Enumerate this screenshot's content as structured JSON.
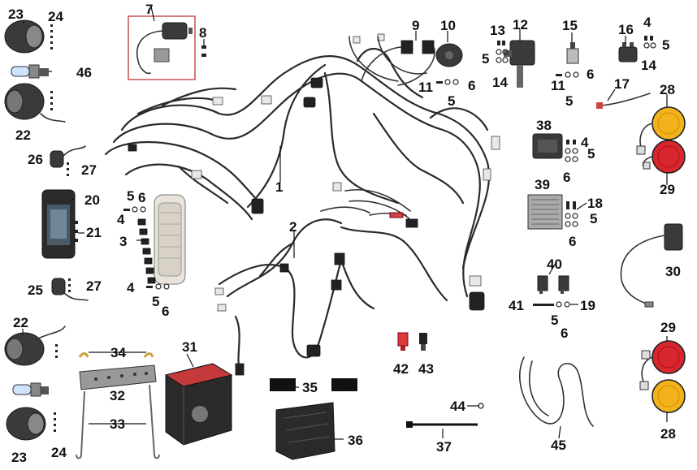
{
  "labels": {
    "l1": "1",
    "l2": "2",
    "l3": "3",
    "l4": "4",
    "l5": "5",
    "l6": "6",
    "l7": "7",
    "l8": "8",
    "l9": "9",
    "l10": "10",
    "l11": "11",
    "l12": "12",
    "l13": "13",
    "l14": "14",
    "l15": "15",
    "l16": "16",
    "l17": "17",
    "l18": "18",
    "l19": "19",
    "l20": "20",
    "l21": "21",
    "l22": "22",
    "l23": "23",
    "l24": "24",
    "l25": "25",
    "l26": "26",
    "l27": "27",
    "l28": "28",
    "l29": "29",
    "l30": "30",
    "l31": "31",
    "l32": "32",
    "l33": "33",
    "l34": "34",
    "l35": "35",
    "l36": "36",
    "l37": "37",
    "l38": "38",
    "l39": "39",
    "l40": "40",
    "l41": "41",
    "l42": "42",
    "l43": "43",
    "l44": "44",
    "l45": "45",
    "l46": "46"
  },
  "colors": {
    "highlight_box": "#c44444",
    "amber_lamp": "#f2b21c",
    "red_lamp": "#d8262e",
    "fuse_red": "#d93a3a",
    "battery_top": "#c43a3a"
  }
}
